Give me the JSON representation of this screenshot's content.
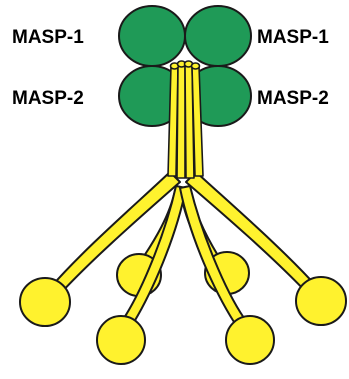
{
  "labels": {
    "top_left": "MASP-1",
    "top_right": "MASP-1",
    "bottom_left": "MASP-2",
    "bottom_right": "MASP-2"
  },
  "colors": {
    "masp_fill": "#1f9a57",
    "stalk_fill": "#fff22e",
    "outline": "#1a1a1a",
    "background": "#ffffff"
  }
}
